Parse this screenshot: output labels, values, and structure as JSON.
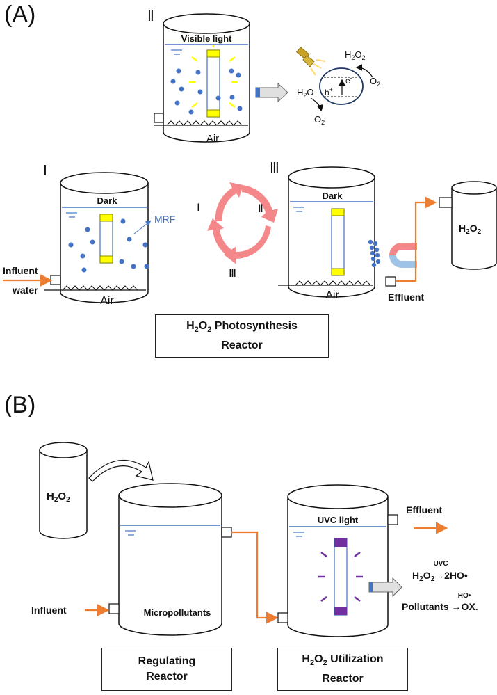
{
  "panel_a": {
    "label": "(A)",
    "stage_1": "Ⅰ",
    "stage_2": "Ⅱ",
    "stage_3": "Ⅲ",
    "visible_light": "Visible light",
    "dark_1": "Dark",
    "dark_3": "Dark",
    "air_1": "Air",
    "air_2": "Air",
    "air_3": "Air",
    "mrf": "MRF",
    "influent": "Influent",
    "water": "water",
    "effluent": "Effluent",
    "h2o2_tank": "H2O2",
    "cycle_1": "Ⅰ",
    "cycle_2": "Ⅱ",
    "cycle_3": "Ⅲ",
    "mechanism": {
      "h2o2": "H2O2",
      "o2_top": "O2",
      "h2o": "H2O",
      "o2_bottom": "O2",
      "electron": "e-",
      "hole": "h+"
    },
    "reactor_box": [
      "H2O2 Photosynthesis",
      "Reactor"
    ]
  },
  "panel_b": {
    "label": "(B)",
    "h2o2_tank": "H2O2",
    "influent": "Influent",
    "micropollutants": "Micropollutants",
    "uvc_light": "UVC light",
    "effluent": "Effluent",
    "reaction_1": {
      "above": "UVC",
      "left": "H2O2",
      "right": "2HO•"
    },
    "reaction_2": {
      "above": "HO•",
      "left": "Pollutants",
      "right": "OX."
    },
    "regulating_box": [
      "Regulating",
      "Reactor"
    ],
    "utilization_box": [
      "H2O2 Utilization",
      "Reactor"
    ]
  },
  "colors": {
    "orange": "#ed7d31",
    "blue": "#4472c4",
    "lamp_yellow": "#ffff00",
    "uvc_purple": "#7030a0",
    "cycle_red": "#f4878a",
    "magnet_red": "#f4878a",
    "magnet_blue": "#9dc3e6"
  }
}
